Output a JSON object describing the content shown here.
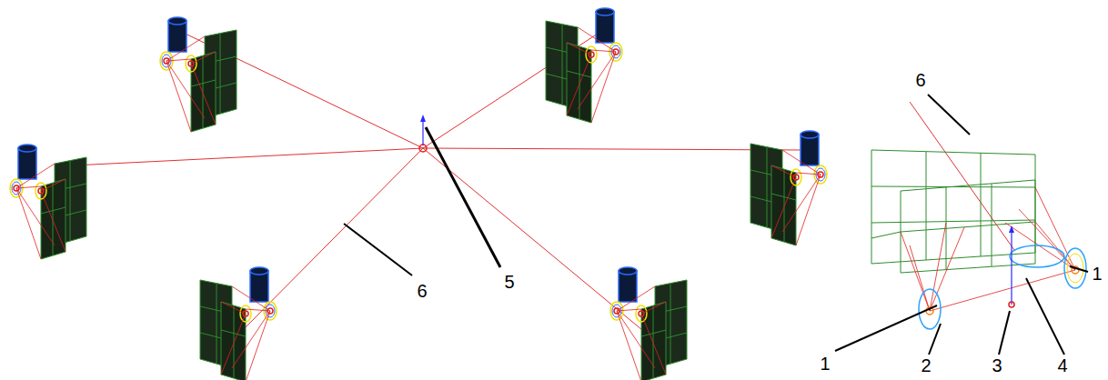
{
  "diagram": {
    "labels": [
      "6",
      "5",
      "6",
      "1",
      "1",
      "2",
      "3",
      "4"
    ]
  }
}
